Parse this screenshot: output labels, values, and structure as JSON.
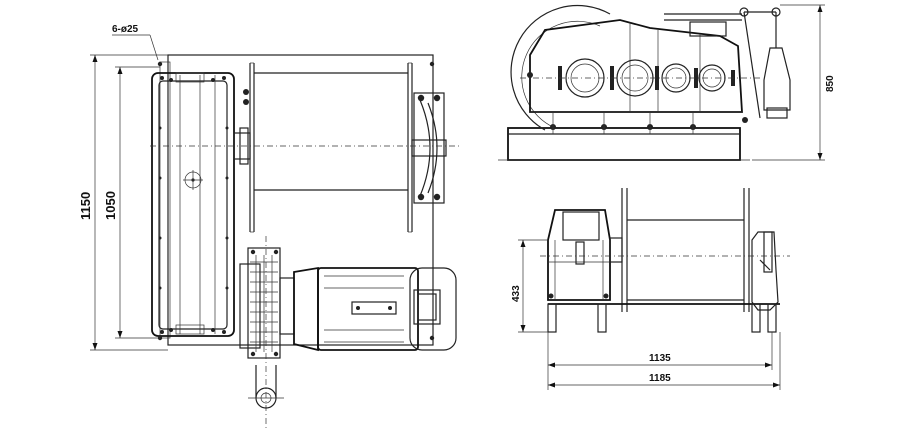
{
  "drawing": {
    "hole_callout": "6-ø25",
    "plan_view": {
      "overall_height": "1150",
      "inner_height": "1050"
    },
    "side_view": {
      "height": "850"
    },
    "front_view": {
      "height": "433",
      "inner_width": "1135",
      "overall_width": "1185"
    }
  }
}
